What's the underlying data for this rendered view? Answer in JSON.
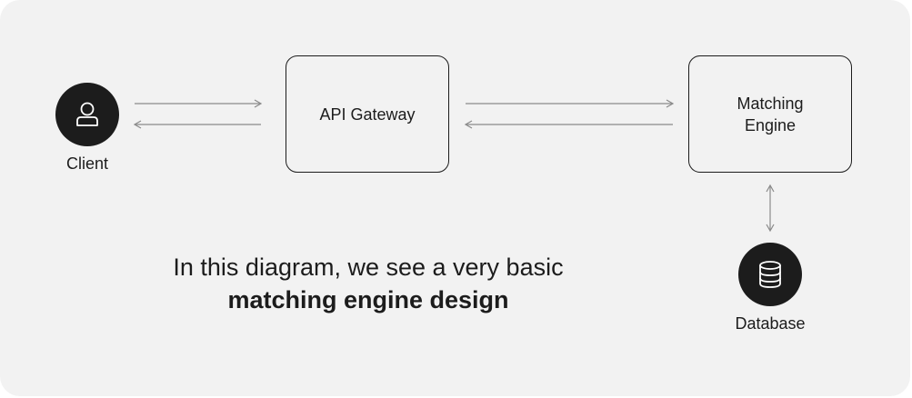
{
  "nodes": {
    "client": {
      "label": "Client",
      "icon": "user-icon"
    },
    "api_gateway": {
      "label": "API Gateway"
    },
    "matching_engine": {
      "label_line1": "Matching",
      "label_line2": "Engine"
    },
    "database": {
      "label": "Database",
      "icon": "database-icon"
    }
  },
  "caption": {
    "line1": "In this diagram, we see a very basic",
    "line2": "matching engine design"
  },
  "colors": {
    "background": "#f2f2f2",
    "ink": "#1c1c1c",
    "arrow": "#8a8a8a"
  }
}
